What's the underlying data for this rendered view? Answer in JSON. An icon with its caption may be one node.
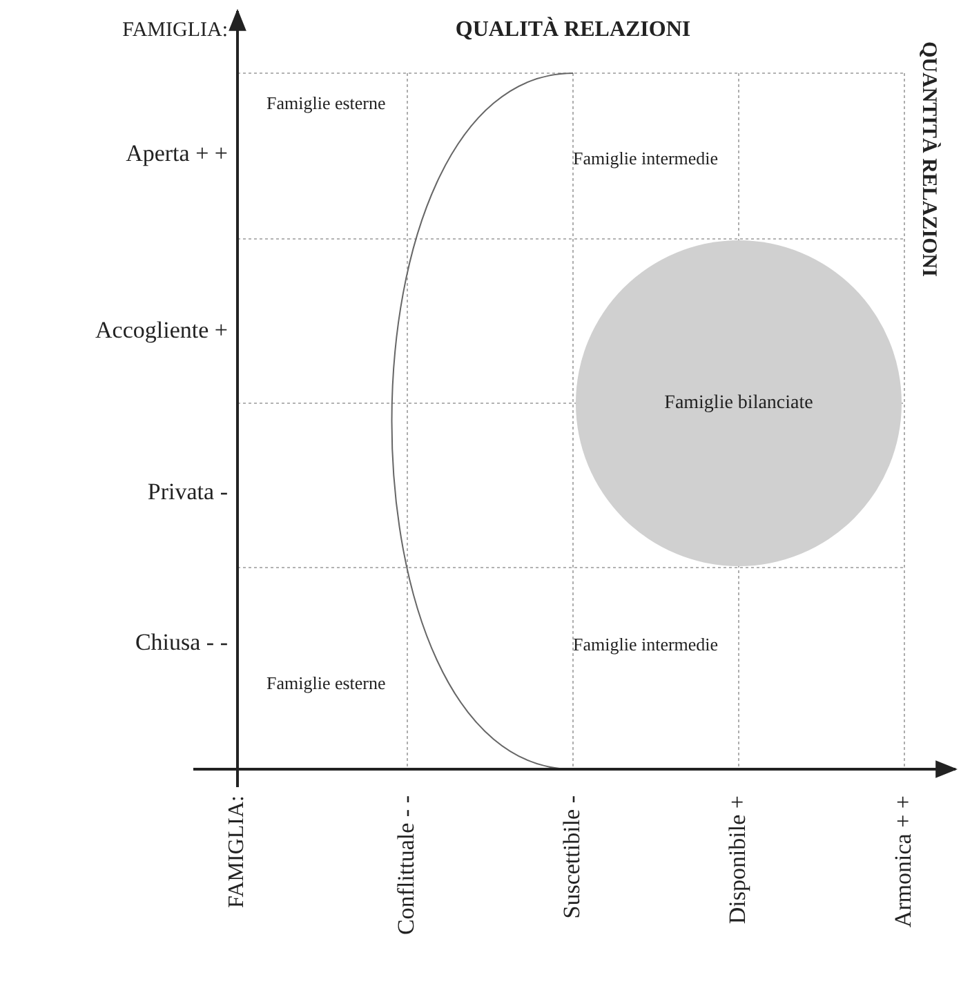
{
  "diagram": {
    "nodes": [
      {
        "text": [
          "Famiglie bilanciate"
        ]
      }
    ],
    "labels": [
      "QUALITÀ RELAZIONI",
      "FAMIGLIA:",
      "Famiglie esterne",
      "Famiglie intermedie",
      "Aperta + +",
      "QUANTITÀ RELAZIONI",
      "Accogliente +",
      "Privata -",
      "Famiglie intermedie",
      "Chiusa - -",
      "Famiglie esterne",
      "FAMIGLIA:",
      "Conflittuale - -",
      "Suscettibile -",
      "Disponibile +",
      "Armonica + +"
    ]
  }
}
